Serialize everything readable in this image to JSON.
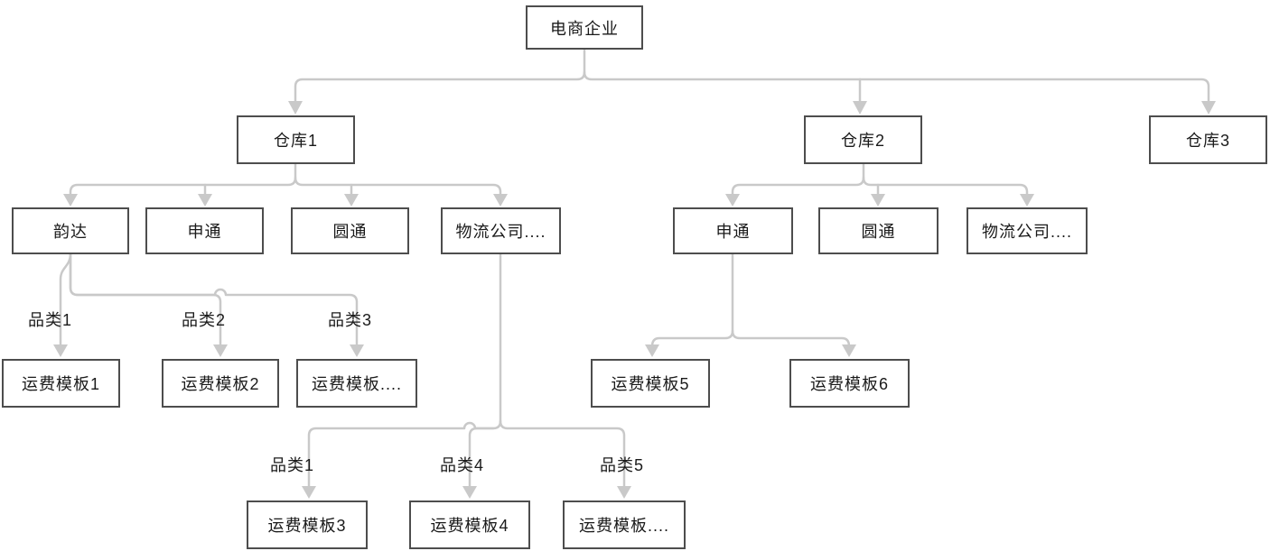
{
  "diagram": {
    "type": "flowchart",
    "nodes": {
      "root": "电商企业",
      "warehouse1": "仓库1",
      "warehouse2": "仓库2",
      "warehouse3": "仓库3",
      "w1_courier1": "韵达",
      "w1_courier2": "申通",
      "w1_courier3": "圆通",
      "w1_courier4": "物流公司....",
      "w2_courier1": "申通",
      "w2_courier2": "圆通",
      "w2_courier3": "物流公司....",
      "template1": "运费模板1",
      "template2": "运费模板2",
      "template_etc1": "运费模板....",
      "template3": "运费模板3",
      "template4": "运费模板4",
      "template_etc2": "运费模板....",
      "template5": "运费模板5",
      "template6": "运费模板6"
    },
    "edges": [
      {
        "from": "root",
        "to": "warehouse1"
      },
      {
        "from": "root",
        "to": "warehouse2"
      },
      {
        "from": "root",
        "to": "warehouse3"
      },
      {
        "from": "warehouse1",
        "to": "w1_courier1"
      },
      {
        "from": "warehouse1",
        "to": "w1_courier2"
      },
      {
        "from": "warehouse1",
        "to": "w1_courier3"
      },
      {
        "from": "warehouse1",
        "to": "w1_courier4"
      },
      {
        "from": "warehouse2",
        "to": "w2_courier1"
      },
      {
        "from": "warehouse2",
        "to": "w2_courier2"
      },
      {
        "from": "warehouse2",
        "to": "w2_courier3"
      },
      {
        "from": "w1_courier1",
        "to": "template1",
        "label": "品类1"
      },
      {
        "from": "w1_courier1",
        "to": "template2",
        "label": "品类2"
      },
      {
        "from": "w1_courier1",
        "to": "template_etc1",
        "label": "品类3"
      },
      {
        "from": "w1_courier4",
        "to": "template3",
        "label": "品类1"
      },
      {
        "from": "w1_courier4",
        "to": "template4",
        "label": "品类4"
      },
      {
        "from": "w1_courier4",
        "to": "template_etc2",
        "label": "品类5"
      },
      {
        "from": "w2_courier1",
        "to": "template5"
      },
      {
        "from": "w2_courier1",
        "to": "template6"
      }
    ],
    "colors": {
      "box_border": "#4d4d4d",
      "connector": "#c9c9c9",
      "text": "#1a1a1a",
      "background": "#ffffff"
    }
  }
}
